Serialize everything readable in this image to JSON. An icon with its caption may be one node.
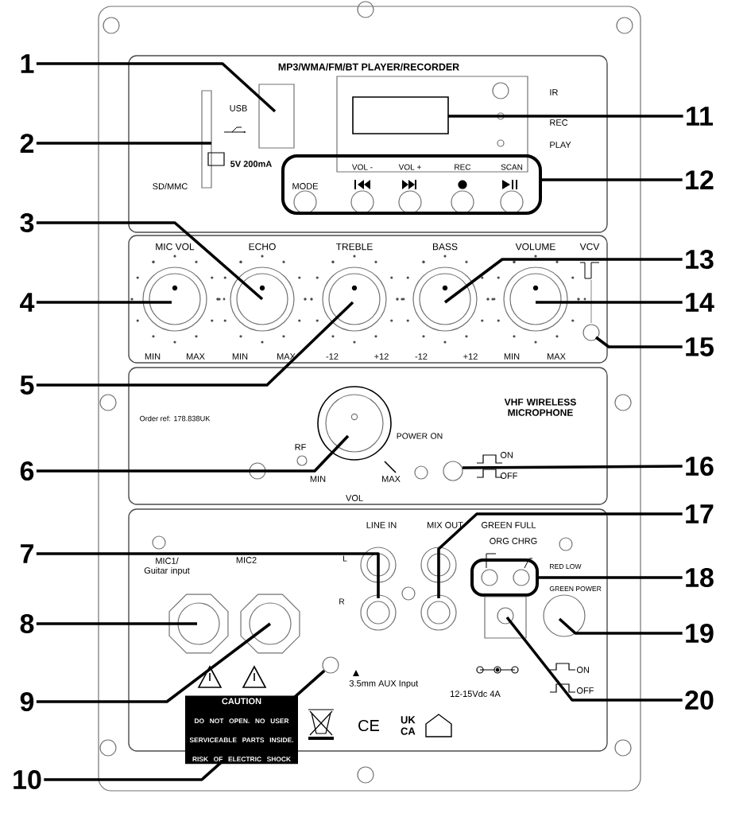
{
  "diagram": {
    "nodes": [
      {
        "text": [
          "1"
        ]
      },
      {
        "text": [
          "2"
        ]
      },
      {
        "text": [
          "3"
        ]
      },
      {
        "text": [
          "4"
        ]
      },
      {
        "text": [
          "5"
        ]
      },
      {
        "text": [
          "6"
        ]
      },
      {
        "text": [
          "7"
        ]
      },
      {
        "text": [
          "8"
        ]
      },
      {
        "text": [
          "9"
        ]
      },
      {
        "text": [
          "10"
        ]
      },
      {
        "text": [
          "11"
        ]
      },
      {
        "text": [
          "12"
        ]
      },
      {
        "text": [
          "13"
        ]
      },
      {
        "text": [
          "14"
        ]
      },
      {
        "text": [
          "15"
        ]
      },
      {
        "text": [
          "16"
        ]
      },
      {
        "text": [
          "17"
        ]
      },
      {
        "text": [
          "18"
        ]
      },
      {
        "text": [
          "19"
        ]
      },
      {
        "text": [
          "20"
        ]
      },
      {
        "text": [],
        "shape": "circle"
      }
    ],
    "edges": [
      {
        "from": 0,
        "to": null,
        "arrow": "none"
      },
      {
        "from": 1,
        "to": null,
        "arrow": "none"
      },
      {
        "from": 2,
        "to": null,
        "arrow": "none"
      },
      {
        "from": 3,
        "to": null,
        "arrow": "none"
      },
      {
        "from": 4,
        "to": null,
        "arrow": "none"
      },
      {
        "from": 5,
        "to": null,
        "arrow": "none"
      },
      {
        "from": 6,
        "to": null,
        "arrow": "none"
      },
      {
        "from": 7,
        "to": null,
        "arrow": "none"
      },
      {
        "from": 8,
        "to": null,
        "arrow": "none"
      },
      {
        "from": 9,
        "to": 20,
        "arrow": "none"
      },
      {
        "from": 10,
        "to": null,
        "arrow": "none"
      },
      {
        "from": 11,
        "to": null,
        "arrow": "none"
      },
      {
        "from": 12,
        "to": null,
        "arrow": "none"
      },
      {
        "from": 13,
        "to": null,
        "arrow": "none"
      },
      {
        "from": 14,
        "to": null,
        "arrow": "none"
      },
      {
        "from": 15,
        "to": null,
        "arrow": "none"
      },
      {
        "from": 16,
        "to": null,
        "arrow": "none"
      },
      {
        "from": 17,
        "to": null,
        "arrow": "none"
      },
      {
        "from": 18,
        "to": null,
        "arrow": "none"
      },
      {
        "from": 19,
        "to": null,
        "arrow": "none"
      }
    ],
    "labels": [
      "MP3/WMA/FM/BT PLAYER/RECORDER",
      "USB",
      "IR",
      "REC",
      "PLAY",
      "SD/MMC",
      "5V 200mA",
      "MODE",
      "VOL -",
      "VOL +",
      "REC",
      "SCAN",
      "MIC VOL",
      "ECHO",
      "TREBLE",
      "BASS",
      "VOLUME",
      "VCV",
      "MIN",
      "MAX",
      "MIN",
      "MAX",
      "-12",
      "+12",
      "-12",
      "+12",
      "MIN",
      "MAX",
      "VHF WIRELESS MICROPHONE",
      "Order ref: 178.838UK",
      "POWER ON",
      "RF",
      "ON",
      "OFF",
      "MIN",
      "MAX",
      "VOL",
      "LINE IN",
      "MIX OUT",
      "GREEN FULL",
      "ORG CHRG",
      "MIC1/ Guitar input",
      "MIC2",
      "L",
      "RED LOW",
      "GREEN POWER",
      "R",
      "3.5mm AUX Input",
      "ON",
      "12-15Vdc 4A",
      "OFF",
      "CAUTION",
      "DO NOT OPEN. NO USER SERVICEABLE PARTS INSIDE. RISK OF ELECTRIC SHOCK",
      "CE",
      "UK CA"
    ]
  }
}
